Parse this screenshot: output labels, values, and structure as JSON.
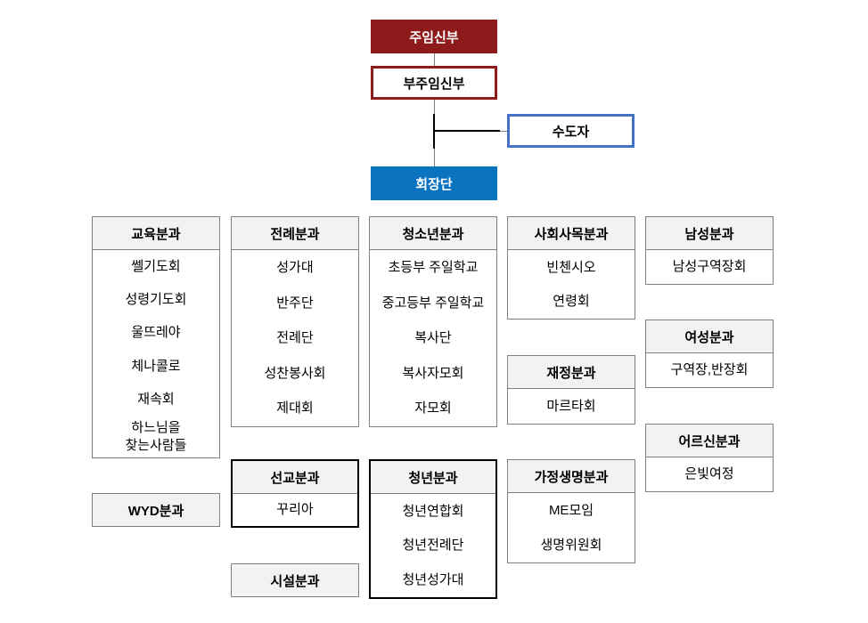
{
  "colors": {
    "dark_red": "#8E1B1B",
    "blue_fill": "#0B74C0",
    "blue_border": "#4472C4",
    "gray_border": "#7F7F7F",
    "header_fill": "#F2F2F2"
  },
  "top": {
    "head_priest": "주임신부",
    "deputy_priest": "부주임신부",
    "religious": "수도자",
    "presidents_council": "회장단"
  },
  "departments": [
    {
      "id": "education",
      "title": "교육분과",
      "items": [
        "쎌기도회",
        "성령기도회",
        "울뜨레야",
        "체나콜로",
        "재속회",
        "하느님을\n찾는사람들"
      ]
    },
    {
      "id": "liturgy",
      "title": "전례분과",
      "items": [
        "성가대",
        "반주단",
        "전례단",
        "성찬봉사회",
        "제대회"
      ]
    },
    {
      "id": "youth",
      "title": "청소년분과",
      "items": [
        "초등부 주일학교",
        "중고등부 주일학교",
        "복사단",
        "복사자모회",
        "자모회"
      ]
    },
    {
      "id": "social-ministry",
      "title": "사회사목분과",
      "items": [
        "빈첸시오",
        "연령회"
      ]
    },
    {
      "id": "men",
      "title": "남성분과",
      "items": [
        "남성구역장회"
      ]
    },
    {
      "id": "finance",
      "title": "재정분과",
      "items": [
        "마르타회"
      ]
    },
    {
      "id": "women",
      "title": "여성분과",
      "items": [
        "구역장,반장회"
      ]
    },
    {
      "id": "seniors",
      "title": "어르신분과",
      "items": [
        "은빛여정"
      ]
    },
    {
      "id": "wyd",
      "title": "WYD분과",
      "items": []
    },
    {
      "id": "mission",
      "title": "선교분과",
      "items": [
        "꾸리아"
      ]
    },
    {
      "id": "facilities",
      "title": "시설분과",
      "items": []
    },
    {
      "id": "young-adult",
      "title": "청년분과",
      "items": [
        "청년연합회",
        "청년전례단",
        "청년성가대"
      ]
    },
    {
      "id": "family-life",
      "title": "가정생명분과",
      "items": [
        "ME모임",
        "생명위원회"
      ]
    }
  ]
}
